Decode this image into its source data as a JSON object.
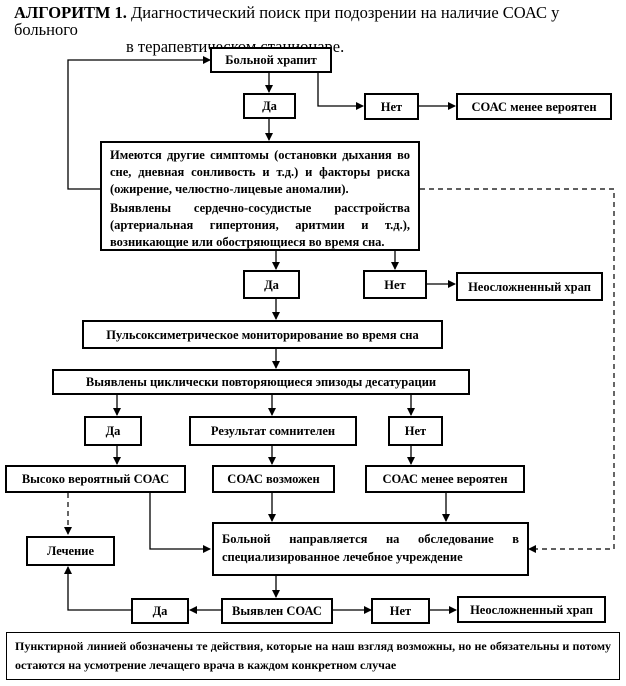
{
  "title": {
    "bold": "АЛГОРИТМ 1.",
    "line1": " Диагностический поиск при подозрении на наличие СОАС у больного",
    "line2": "в терапевтическом стационаре."
  },
  "nodes": {
    "snoring": "Больной храпит",
    "yes1": "Да",
    "no1": "Нет",
    "osas_less_likely_1": "СОАС менее вероятен",
    "symptoms_p1": "Имеются другие симптомы (остановки дыхания во сне, дневная сонливость и т.д.) и факторы риска (ожирение, челюстно-лицевые аномалии).",
    "symptoms_p2": "Выявлены сердечно-сосудистые расстройства (артериальная гипертония, аритмии и т.д.), возникающие или обостряющиеся во время сна.",
    "yes2": "Да",
    "no2": "Нет",
    "uncomplicated_snoring_1": "Неосложненный храп",
    "pulse_oximetry": "Пульсоксиметрическое мониторирование во время сна",
    "desaturation": "Выявлены циклически повторяющиеся эпизоды десатурации",
    "yes3": "Да",
    "doubtful": "Результат сомнителен",
    "no3": "Нет",
    "highly_likely": "Высоко вероятный СОАС",
    "possible": "СОАС возможен",
    "osas_less_likely_2": "СОАС менее вероятен",
    "treatment": "Лечение",
    "referral": "Больной направляется на обследование в специализированное лечебное учреждение",
    "yes4": "Да",
    "osas_detected": "Выявлен СОАС",
    "no4": "Нет",
    "uncomplicated_snoring_2": "Неосложненный храп"
  },
  "note": "Пунктирной линией обозначены те действия, которые на наш взгляд возможны, но не обязательны и потому остаются на усмотрение лечащего врача в каждом конкретном случае"
}
